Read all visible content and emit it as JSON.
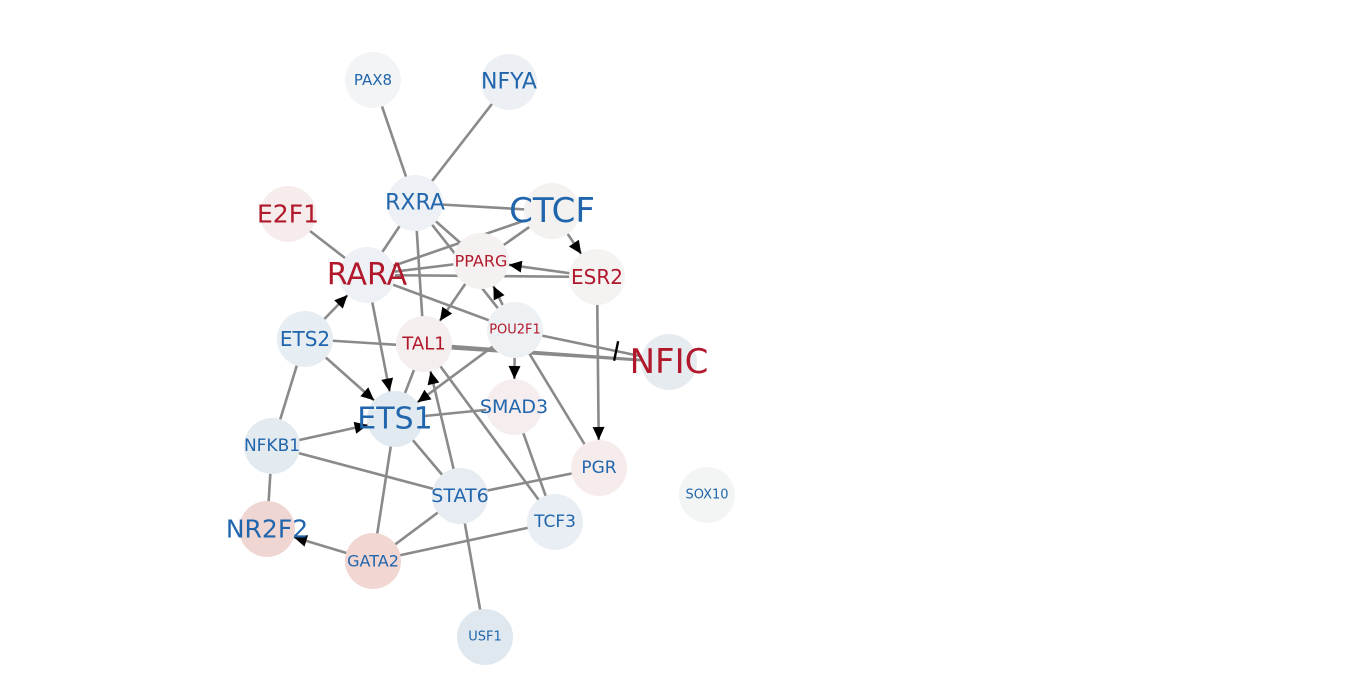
{
  "colors": {
    "label_blue": "#2166ac",
    "label_red": "#b2182b",
    "edge": "#8a8a8a",
    "arrow": "#000000",
    "background": "#ffffff"
  },
  "network": {
    "nodes": [
      {
        "id": "PAX8",
        "label": "PAX8",
        "label_color": "blue",
        "fill": "#f3f4f5"
      },
      {
        "id": "NFYA",
        "label": "NFYA",
        "label_color": "blue",
        "fill": "#ecf0f4"
      },
      {
        "id": "RXRA",
        "label": "RXRA",
        "label_color": "blue",
        "fill": "#edf1f5"
      },
      {
        "id": "CTCF",
        "label": "CTCF",
        "label_color": "blue",
        "fill": "#f4f2f1"
      },
      {
        "id": "E2F1",
        "label": "E2F1",
        "label_color": "red",
        "fill": "#f6ecec"
      },
      {
        "id": "RARA",
        "label": "RARA",
        "label_color": "red",
        "fill": "#edf1f5"
      },
      {
        "id": "PPARG",
        "label": "PPARG",
        "label_color": "red",
        "fill": "#f6f1f1"
      },
      {
        "id": "ESR2",
        "label": "ESR2",
        "label_color": "red",
        "fill": "#f5f2f2"
      },
      {
        "id": "ETS2",
        "label": "ETS2",
        "label_color": "blue",
        "fill": "#e6edf3"
      },
      {
        "id": "TAL1",
        "label": "TAL1",
        "label_color": "red",
        "fill": "#f4eeee"
      },
      {
        "id": "POU2F1",
        "label": "POU2F1",
        "label_color": "red",
        "fill": "#eef1f4"
      },
      {
        "id": "NFIC",
        "label": "NFIC",
        "label_color": "red",
        "fill": "#e6ebf0"
      },
      {
        "id": "ETS1",
        "label": "ETS1",
        "label_color": "blue",
        "fill": "#e2eaf1"
      },
      {
        "id": "SMAD3",
        "label": "SMAD3",
        "label_color": "blue",
        "fill": "#f6eeee"
      },
      {
        "id": "NFKB1",
        "label": "NFKB1",
        "label_color": "blue",
        "fill": "#e3ebf1"
      },
      {
        "id": "PGR",
        "label": "PGR",
        "label_color": "blue",
        "fill": "#f7ecec"
      },
      {
        "id": "SOX10",
        "label": "SOX10",
        "label_color": "blue",
        "fill": "#f3f4f4"
      },
      {
        "id": "STAT6",
        "label": "STAT6",
        "label_color": "blue",
        "fill": "#e6ecf1"
      },
      {
        "id": "TCF3",
        "label": "TCF3",
        "label_color": "blue",
        "fill": "#e8eef3"
      },
      {
        "id": "NR2F2",
        "label": "NR2F2",
        "label_color": "blue",
        "fill": "#f0d6d3"
      },
      {
        "id": "GATA2",
        "label": "GATA2",
        "label_color": "blue",
        "fill": "#f1d6d2"
      },
      {
        "id": "USF1",
        "label": "USF1",
        "label_color": "blue",
        "fill": "#dfe8ef"
      }
    ],
    "edges": [
      {
        "source": "PAX8",
        "target": "RXRA",
        "type": "undirected"
      },
      {
        "source": "NFYA",
        "target": "RXRA",
        "type": "undirected"
      },
      {
        "source": "RXRA",
        "target": "CTCF",
        "type": "undirected"
      },
      {
        "source": "RXRA",
        "target": "RARA",
        "type": "undirected"
      },
      {
        "source": "RXRA",
        "target": "PPARG",
        "type": "undirected"
      },
      {
        "source": "RXRA",
        "target": "TAL1",
        "type": "undirected"
      },
      {
        "source": "RXRA",
        "target": "POU2F1",
        "type": "undirected"
      },
      {
        "source": "E2F1",
        "target": "RARA",
        "type": "undirected"
      },
      {
        "source": "CTCF",
        "target": "RARA",
        "type": "undirected"
      },
      {
        "source": "CTCF",
        "target": "PPARG",
        "type": "undirected"
      },
      {
        "source": "CTCF",
        "target": "ESR2",
        "type": "activation"
      },
      {
        "source": "ESR2",
        "target": "PPARG",
        "type": "activation"
      },
      {
        "source": "ESR2",
        "target": "RARA",
        "type": "undirected"
      },
      {
        "source": "ESR2",
        "target": "PGR",
        "type": "activation"
      },
      {
        "source": "PPARG",
        "target": "RARA",
        "type": "undirected"
      },
      {
        "source": "PPARG",
        "target": "TAL1",
        "type": "activation"
      },
      {
        "source": "POU2F1",
        "target": "PPARG",
        "type": "activation"
      },
      {
        "source": "RARA",
        "target": "POU2F1",
        "type": "undirected"
      },
      {
        "source": "RARA",
        "target": "ETS1",
        "type": "activation"
      },
      {
        "source": "ETS2",
        "target": "RARA",
        "type": "activation"
      },
      {
        "source": "ETS2",
        "target": "ETS1",
        "type": "activation"
      },
      {
        "source": "ETS2",
        "target": "NFIC",
        "type": "undirected"
      },
      {
        "source": "ETS2",
        "target": "NFKB1",
        "type": "undirected"
      },
      {
        "source": "TAL1",
        "target": "NFIC",
        "type": "undirected"
      },
      {
        "source": "TAL1",
        "target": "ETS1",
        "type": "undirected"
      },
      {
        "source": "TAL1",
        "target": "TCF3",
        "type": "undirected"
      },
      {
        "source": "POU2F1",
        "target": "NFIC",
        "type": "inhibition"
      },
      {
        "source": "POU2F1",
        "target": "ETS1",
        "type": "activation"
      },
      {
        "source": "POU2F1",
        "target": "SMAD3",
        "type": "activation"
      },
      {
        "source": "POU2F1",
        "target": "PGR",
        "type": "undirected"
      },
      {
        "source": "ETS1",
        "target": "SMAD3",
        "type": "undirected"
      },
      {
        "source": "ETS1",
        "target": "STAT6",
        "type": "undirected"
      },
      {
        "source": "ETS1",
        "target": "GATA2",
        "type": "undirected"
      },
      {
        "source": "NFKB1",
        "target": "ETS1",
        "type": "activation"
      },
      {
        "source": "NFKB1",
        "target": "STAT6",
        "type": "undirected"
      },
      {
        "source": "NFKB1",
        "target": "NR2F2",
        "type": "undirected"
      },
      {
        "source": "STAT6",
        "target": "TAL1",
        "type": "activation"
      },
      {
        "source": "SMAD3",
        "target": "TCF3",
        "type": "undirected"
      },
      {
        "source": "STAT6",
        "target": "PGR",
        "type": "undirected"
      },
      {
        "source": "STAT6",
        "target": "USF1",
        "type": "undirected"
      },
      {
        "source": "STAT6",
        "target": "GATA2",
        "type": "undirected"
      },
      {
        "source": "GATA2",
        "target": "TCF3",
        "type": "undirected"
      },
      {
        "source": "GATA2",
        "target": "NR2F2",
        "type": "activation"
      }
    ]
  }
}
